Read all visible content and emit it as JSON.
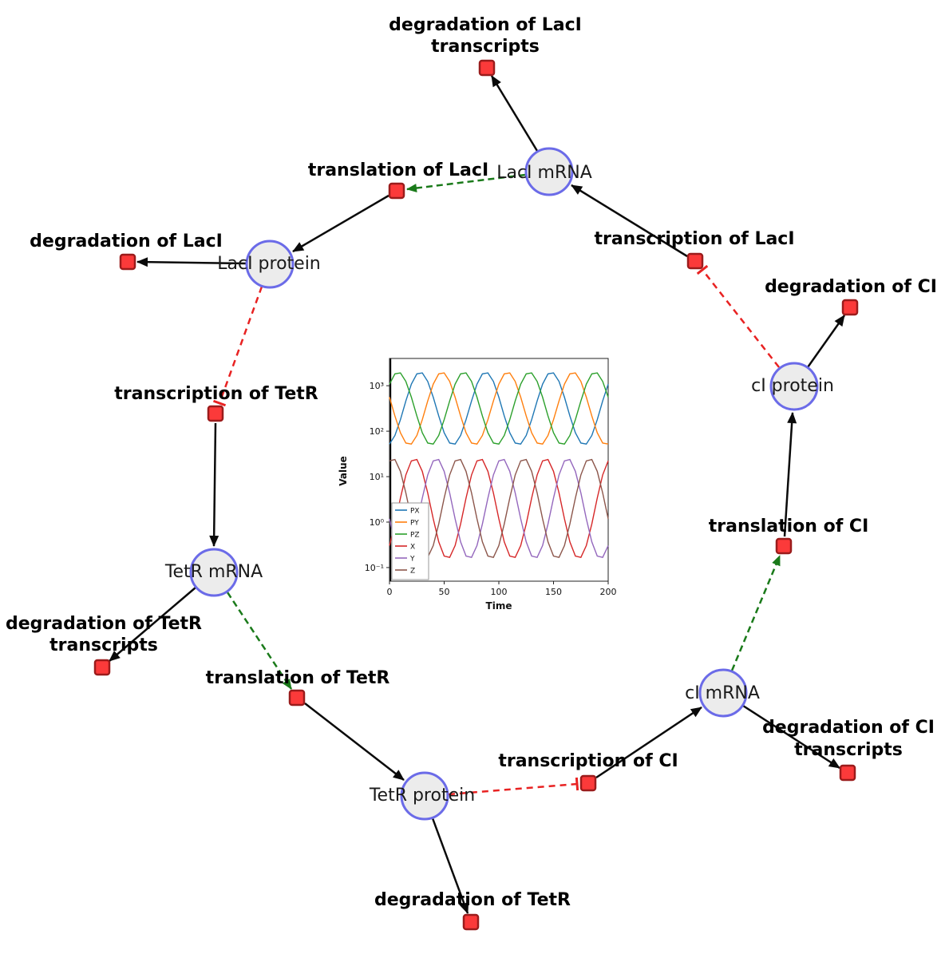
{
  "diagram": {
    "species": [
      {
        "id": "laci_mrna",
        "label": "LacI mRNA"
      },
      {
        "id": "laci_protein",
        "label": "LacI protein"
      },
      {
        "id": "tetr_mrna",
        "label": "TetR mRNA"
      },
      {
        "id": "tetr_protein",
        "label": "TetR protein"
      },
      {
        "id": "ci_mrna",
        "label": "cI mRNA"
      },
      {
        "id": "ci_protein",
        "label": "cI protein"
      }
    ],
    "reactions": [
      {
        "id": "deg_laci_transcripts",
        "label": "degradation of LacI",
        "label2": "transcripts"
      },
      {
        "id": "translation_laci",
        "label": "translation of LacI"
      },
      {
        "id": "transcription_laci",
        "label": "transcription of LacI"
      },
      {
        "id": "degradation_laci",
        "label": "degradation of LacI"
      },
      {
        "id": "transcription_tetr",
        "label": "transcription of TetR"
      },
      {
        "id": "degradation_ci",
        "label": "degradation of CI"
      },
      {
        "id": "deg_tetr_transcripts",
        "label": "degradation of TetR",
        "label2": "transcripts"
      },
      {
        "id": "translation_tetr",
        "label": "translation of TetR"
      },
      {
        "id": "translation_ci",
        "label": "translation of CI"
      },
      {
        "id": "transcription_ci",
        "label": "transcription of CI"
      },
      {
        "id": "deg_ci_transcripts",
        "label": "degradation of CI",
        "label2": "transcripts"
      },
      {
        "id": "degradation_tetr",
        "label": "degradation of TetR"
      }
    ],
    "edges": [
      {
        "from": "LacI mRNA",
        "to": "degradation of LacI transcripts",
        "type": "reactant"
      },
      {
        "from": "transcription of LacI",
        "to": "LacI mRNA",
        "type": "product"
      },
      {
        "from": "LacI mRNA",
        "to": "translation of LacI",
        "type": "modifier"
      },
      {
        "from": "translation of LacI",
        "to": "LacI protein",
        "type": "product"
      },
      {
        "from": "LacI protein",
        "to": "degradation of LacI",
        "type": "reactant"
      },
      {
        "from": "LacI protein",
        "to": "transcription of TetR",
        "type": "inhibition"
      },
      {
        "from": "transcription of TetR",
        "to": "TetR mRNA",
        "type": "product"
      },
      {
        "from": "TetR mRNA",
        "to": "degradation of TetR transcripts",
        "type": "reactant"
      },
      {
        "from": "TetR mRNA",
        "to": "translation of TetR",
        "type": "modifier"
      },
      {
        "from": "translation of TetR",
        "to": "TetR protein",
        "type": "product"
      },
      {
        "from": "TetR protein",
        "to": "degradation of TetR",
        "type": "reactant"
      },
      {
        "from": "TetR protein",
        "to": "transcription of CI",
        "type": "inhibition"
      },
      {
        "from": "transcription of CI",
        "to": "cI mRNA",
        "type": "product"
      },
      {
        "from": "cI mRNA",
        "to": "degradation of CI transcripts",
        "type": "reactant"
      },
      {
        "from": "cI mRNA",
        "to": "translation of CI",
        "type": "modifier"
      },
      {
        "from": "translation of CI",
        "to": "cI protein",
        "type": "product"
      },
      {
        "from": "cI protein",
        "to": "degradation of CI",
        "type": "reactant"
      },
      {
        "from": "cI protein",
        "to": "transcription of LacI",
        "type": "inhibition"
      }
    ],
    "colors": {
      "species_fill": "#ececec",
      "species_border": "#6b6be8",
      "reaction_fill": "#fb3a3a",
      "reaction_border": "#9b1c1c",
      "edge": "#0a0a0a",
      "modifier": "#1a7a1a",
      "inhibition": "#e82222"
    }
  },
  "chart_data": {
    "type": "line",
    "title": "",
    "xlabel": "Time",
    "ylabel": "Value",
    "y_scale": "log",
    "xlim": [
      0,
      200
    ],
    "ylim_log": [
      -1.3,
      3.6
    ],
    "x_ticks": [
      0,
      50,
      100,
      150,
      200
    ],
    "y_tick_logs": [
      -1,
      0,
      1,
      2,
      3
    ],
    "y_tick_labels": [
      "10⁻¹",
      "10⁰",
      "10¹",
      "10²",
      "10³"
    ],
    "legend_position": "lower left",
    "grid": false,
    "annotations": [
      {
        "type": "vline",
        "x": 1,
        "color": "#000000"
      }
    ],
    "x": [
      0,
      5,
      10,
      15,
      20,
      25,
      30,
      35,
      40,
      45,
      50,
      55,
      60,
      65,
      70,
      75,
      80,
      85,
      90,
      95,
      100,
      105,
      110,
      115,
      120,
      125,
      130,
      135,
      140,
      145,
      150,
      155,
      160,
      165,
      170,
      175,
      180,
      185,
      190,
      195,
      200
    ],
    "series": [
      {
        "name": "PX",
        "color": "#1f77b4",
        "values": [
          52.2,
          80.5,
          179,
          464,
          1084,
          1824,
          1915,
          1242,
          559,
          216,
          92.3,
          54.8,
          52.2,
          80.5,
          179,
          464,
          1084,
          1824,
          1915,
          1242,
          559,
          216,
          92.3,
          54.8,
          52.2,
          80.5,
          179,
          464,
          1084,
          1824,
          1915,
          1242,
          559,
          216,
          92.3,
          54.8,
          52.2,
          80.5,
          179,
          464,
          1084
        ]
      },
      {
        "name": "PY",
        "color": "#ff7f0e",
        "values": [
          559,
          216,
          92.3,
          54.8,
          52.2,
          80.5,
          179,
          464,
          1084,
          1824,
          1915,
          1242,
          559,
          216,
          92.3,
          54.8,
          52.2,
          80.5,
          179,
          464,
          1084,
          1824,
          1915,
          1242,
          559,
          216,
          92.3,
          54.8,
          52.2,
          80.5,
          179,
          464,
          1084,
          1824,
          1915,
          1242,
          559,
          216,
          92.3,
          54.8,
          52.2
        ]
      },
      {
        "name": "PZ",
        "color": "#2ca02c",
        "values": [
          1084,
          1824,
          1915,
          1242,
          559,
          216,
          92.3,
          54.8,
          52.2,
          80.5,
          179,
          464,
          1084,
          1824,
          1915,
          1242,
          559,
          216,
          92.3,
          54.8,
          52.2,
          80.5,
          179,
          464,
          1084,
          1824,
          1915,
          1242,
          559,
          216,
          92.3,
          54.8,
          52.2,
          80.5,
          179,
          464,
          1084,
          1824,
          1915,
          1242,
          559
        ]
      },
      {
        "name": "X",
        "color": "#d62728",
        "values": [
          0.304,
          0.912,
          3.38,
          10.9,
          22.2,
          23.8,
          13.1,
          4.37,
          1.18,
          0.366,
          0.179,
          0.167,
          0.304,
          0.912,
          3.38,
          10.9,
          22.2,
          23.8,
          13.1,
          4.37,
          1.18,
          0.366,
          0.179,
          0.167,
          0.304,
          0.912,
          3.38,
          10.9,
          22.2,
          23.8,
          13.1,
          4.37,
          1.18,
          0.366,
          0.179,
          0.167,
          0.304,
          0.912,
          3.38,
          10.9,
          22.2
        ]
      },
      {
        "name": "Y",
        "color": "#9467bd",
        "values": [
          1.18,
          0.366,
          0.179,
          0.167,
          0.304,
          0.912,
          3.38,
          10.9,
          22.2,
          23.8,
          13.1,
          4.37,
          1.18,
          0.366,
          0.179,
          0.167,
          0.304,
          0.912,
          3.38,
          10.9,
          22.2,
          23.8,
          13.1,
          4.37,
          1.18,
          0.366,
          0.179,
          0.167,
          0.304,
          0.912,
          3.38,
          10.9,
          22.2,
          23.8,
          13.1,
          4.37,
          1.18,
          0.366,
          0.179,
          0.167,
          0.304
        ]
      },
      {
        "name": "Z",
        "color": "#8c564b",
        "values": [
          22.2,
          23.8,
          13.1,
          4.37,
          1.18,
          0.366,
          0.179,
          0.167,
          0.304,
          0.912,
          3.38,
          10.9,
          22.2,
          23.8,
          13.1,
          4.37,
          1.18,
          0.366,
          0.179,
          0.167,
          0.304,
          0.912,
          3.38,
          10.9,
          22.2,
          23.8,
          13.1,
          4.37,
          1.18,
          0.366,
          0.179,
          0.167,
          0.304,
          0.912,
          3.38,
          10.9,
          22.2,
          23.8,
          13.1,
          4.37,
          1.18
        ]
      }
    ]
  }
}
